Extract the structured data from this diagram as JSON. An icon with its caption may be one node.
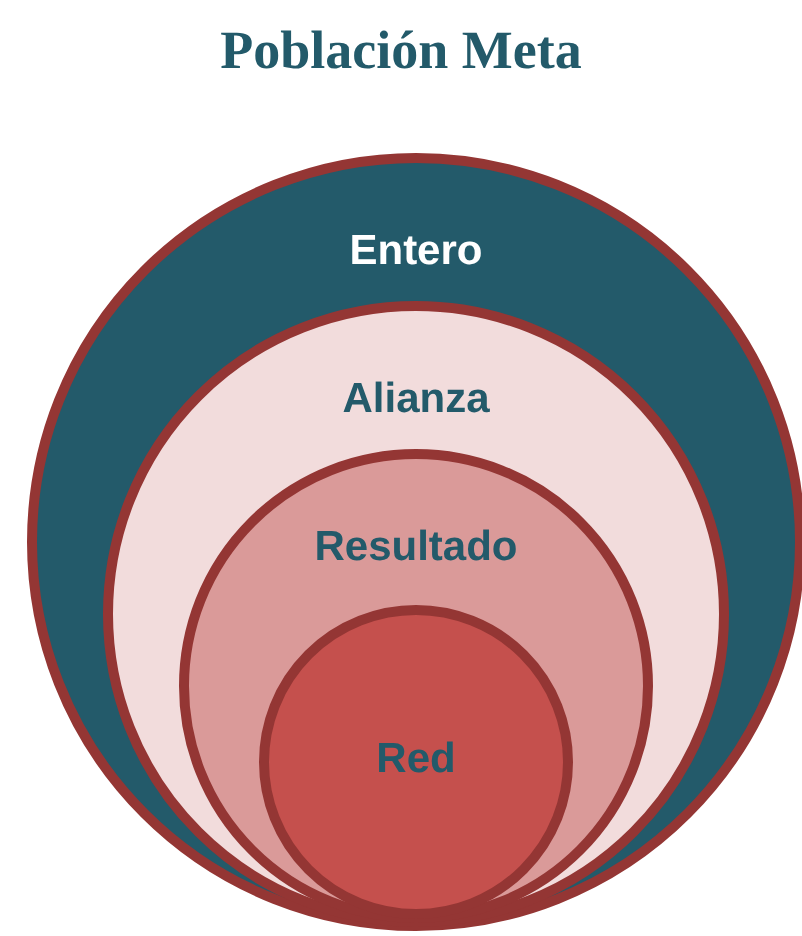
{
  "diagram": {
    "title": "Población Meta",
    "nodes": [
      {
        "text": [
          "Entero"
        ]
      },
      {
        "text": [
          "Alianza"
        ],
        "in": 0
      },
      {
        "text": [
          "Resultado"
        ],
        "in": 1
      },
      {
        "text": [
          "Red"
        ],
        "in": 2
      }
    ]
  }
}
